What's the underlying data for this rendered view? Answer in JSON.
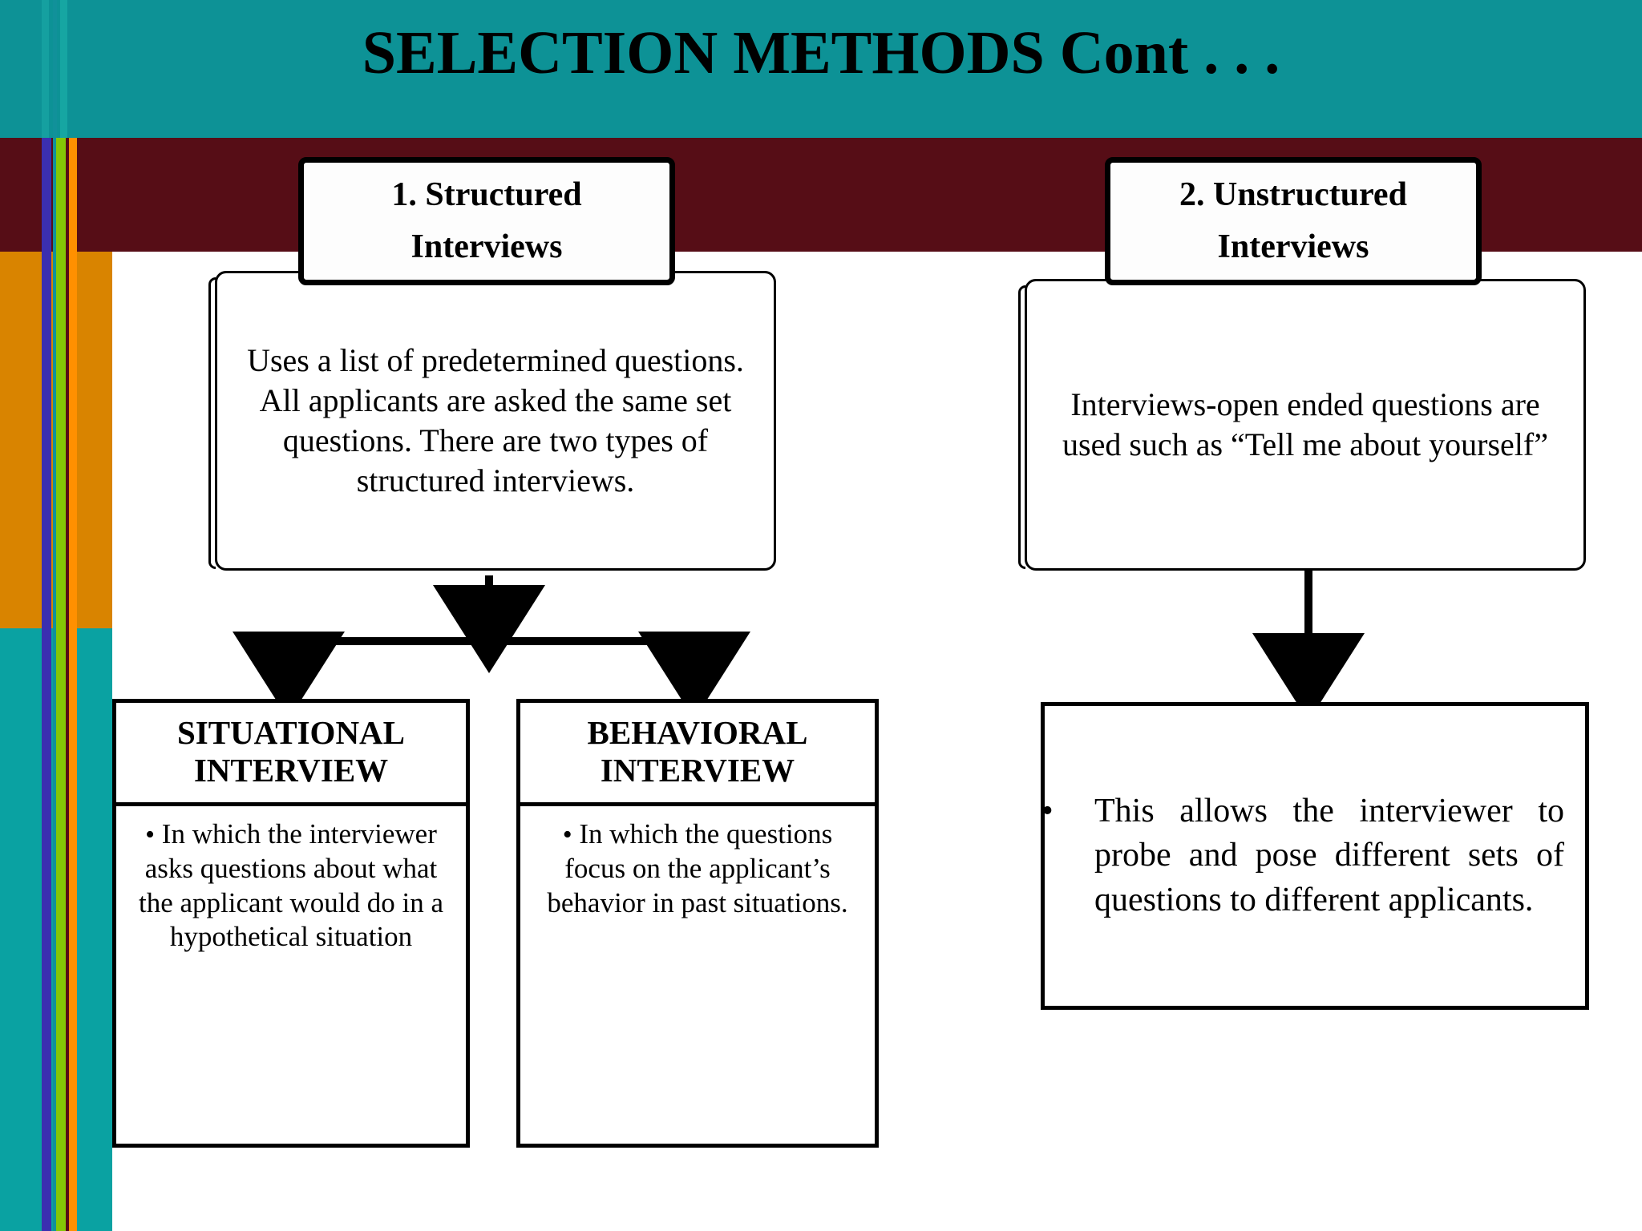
{
  "slide": {
    "title": "SELECTION METHODS Cont . . .",
    "colors": {
      "teal_top": "#0d9296",
      "maroon": "#560d16",
      "orange": "#d98400",
      "teal_bottom": "#0aa2a2",
      "stripe_blue": "#3b2fb0",
      "stripe_green": "#84c706",
      "stripe_orange": "#ff9000",
      "background": "#ffffff",
      "text": "#000000"
    }
  },
  "left_column": {
    "item_1_header": "1. Structured\nInterviews",
    "item_1_header_line1": "1. Structured",
    "item_1_header_line2": "Interviews",
    "item_1_body": "Uses a list of predetermined questions. All applicants are asked the same set questions. There are two types of structured interviews.",
    "child_left": {
      "caption_line1": "SITUATIONAL",
      "caption_line2": "INTERVIEW",
      "bullet_marker": "•",
      "bullet_text": "In which the interviewer asks questions about what the applicant would do in a hypothetical situation"
    },
    "child_right": {
      "caption_line1": "BEHAVIORAL",
      "caption_line2": "INTERVIEW",
      "bullet_marker": "•",
      "bullet_text": "In which the questions focus on the applicant’s behavior in past situations."
    }
  },
  "right_column": {
    "item_2_header_line1": "2. Unstructured",
    "item_2_header_line2": "Interviews",
    "item_2_body": "Interviews-open ended questions are used such as “Tell me about yourself”",
    "child": {
      "bullet_marker": "•",
      "bullet_text": "This allows the interviewer to probe and pose different sets of questions to different applicants."
    }
  }
}
